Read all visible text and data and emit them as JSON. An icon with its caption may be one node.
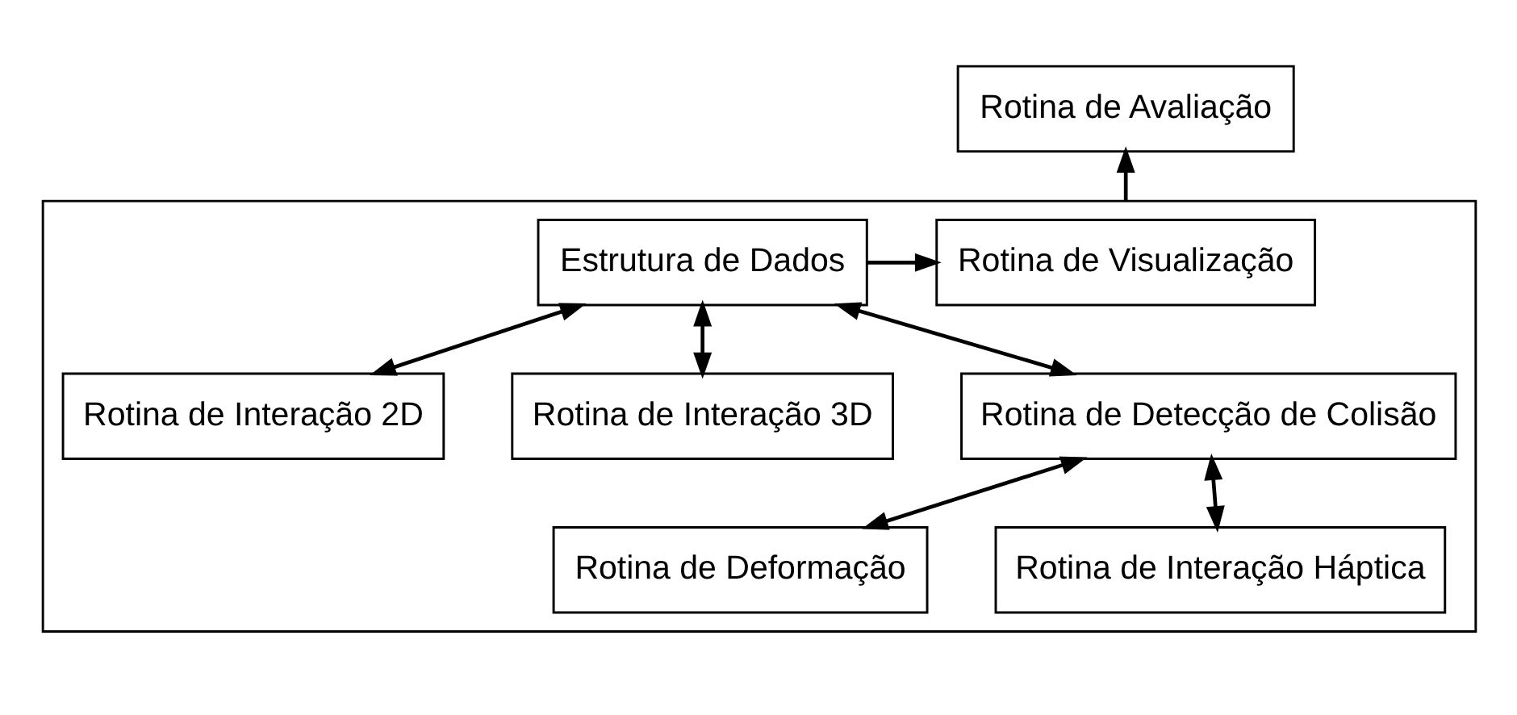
{
  "diagram": {
    "nodes": [
      {
        "text": [
          "Rotina de Avaliação"
        ]
      },
      {
        "text": [],
        "shape": "box"
      },
      {
        "text": [
          "Rotina de Visualização"
        ],
        "in": 1
      },
      {
        "text": [
          "Estrutura de Dados"
        ],
        "in": 1
      },
      {
        "text": [
          "Rotina de Interação 2D"
        ],
        "in": 1
      },
      {
        "text": [
          "Rotina de Interação 3D"
        ],
        "in": 1
      },
      {
        "text": [
          "Rotina de Detecção de Colisão"
        ],
        "in": 1
      },
      {
        "text": [
          "Rotina de Deformação"
        ],
        "in": 1
      },
      {
        "text": [
          "Rotina de Interação Háptica"
        ],
        "in": 1
      }
    ],
    "edges": [
      {
        "from": 1,
        "to": 0,
        "arrow": "to"
      },
      {
        "from": 3,
        "to": 2,
        "arrow": "to"
      },
      {
        "from": 3,
        "to": 4,
        "arrow": "both"
      },
      {
        "from": 3,
        "to": 5,
        "arrow": "both"
      },
      {
        "from": 3,
        "to": 6,
        "arrow": "both"
      },
      {
        "from": 6,
        "to": 7,
        "arrow": "both"
      },
      {
        "from": 6,
        "to": 8,
        "arrow": "both"
      }
    ]
  }
}
